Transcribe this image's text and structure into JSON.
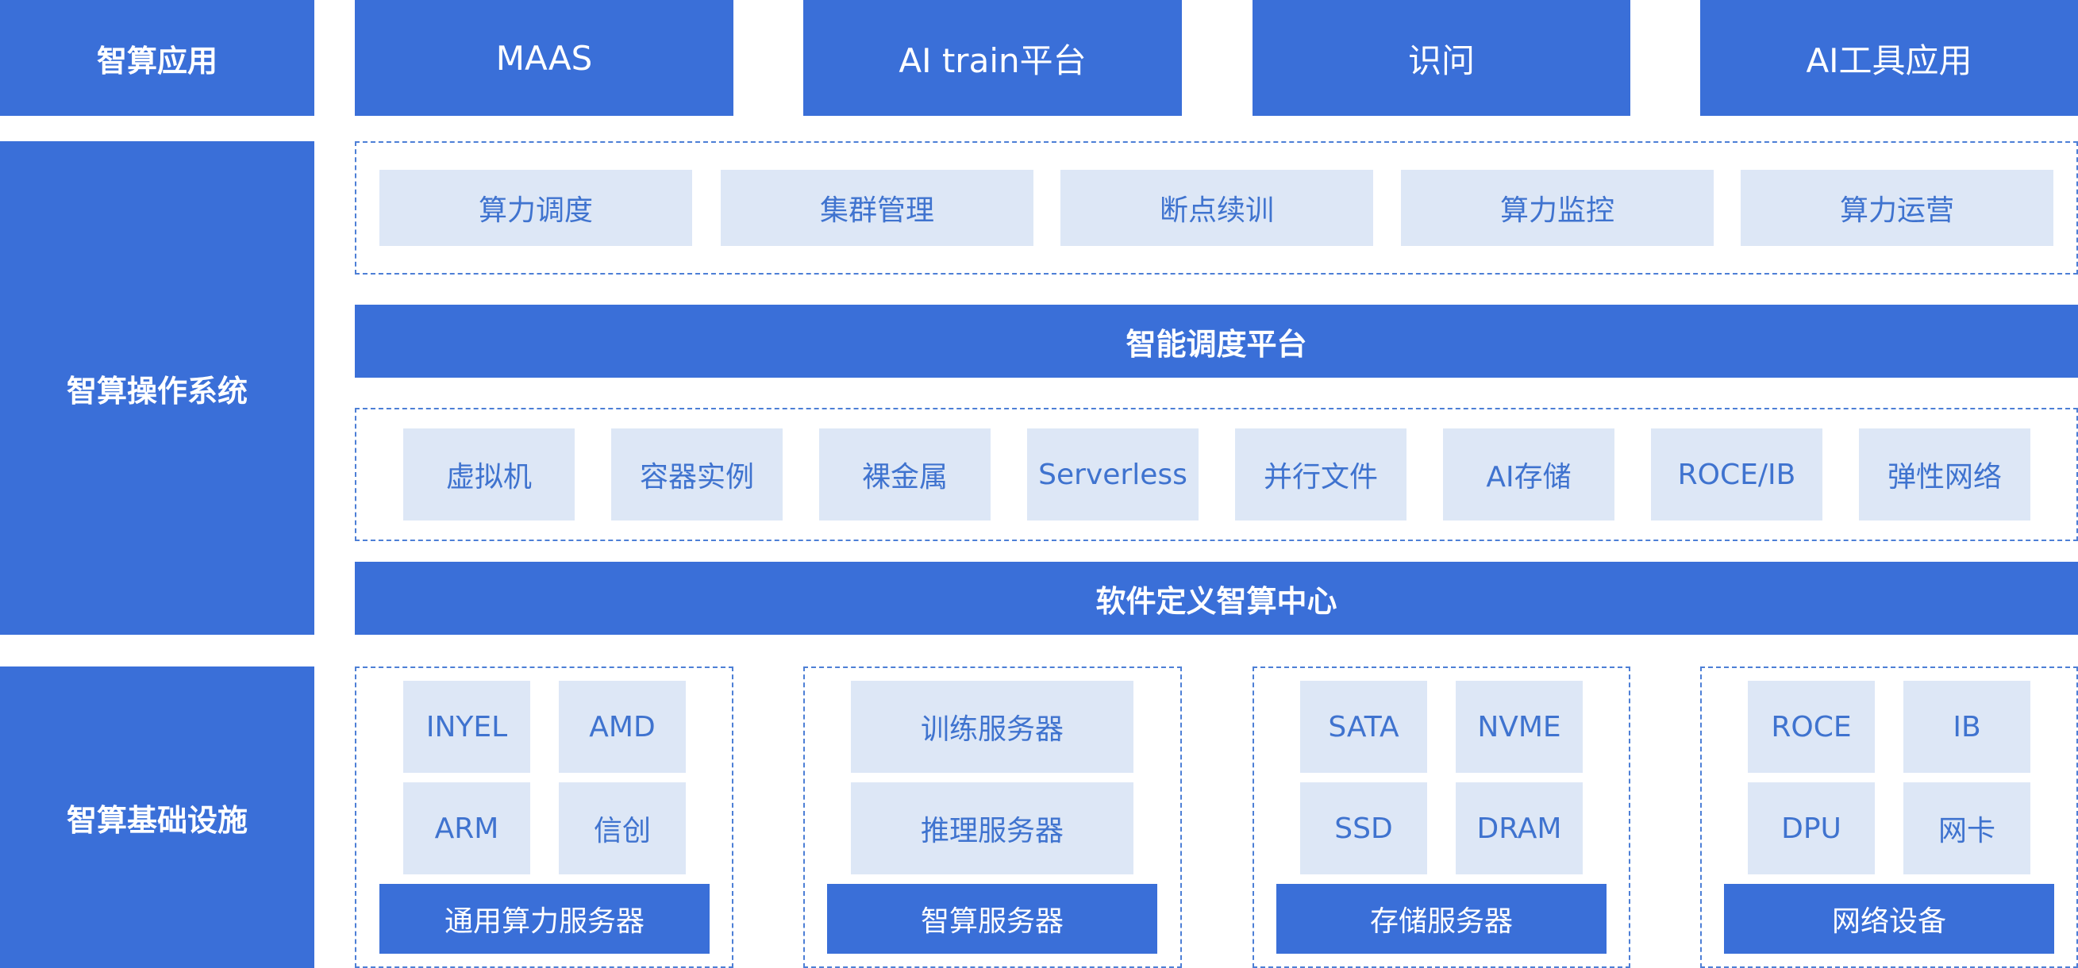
{
  "colors": {
    "primary": "#3a6fd8",
    "tile_bg": "#dde7f6",
    "tile_text": "#3f73cf",
    "dashed_border": "#4d7fd6"
  },
  "layers": {
    "apps": "智算应用",
    "os": "智算操作系统",
    "infra": "智算基础设施"
  },
  "apps": [
    "MAAS",
    "AI train平台",
    "识问",
    "AI工具应用"
  ],
  "os_services": [
    "算力调度",
    "集群管理",
    "断点续训",
    "算力监控",
    "算力运营"
  ],
  "scheduling_platform": "智能调度平台",
  "resources": [
    "虚拟机",
    "容器实例",
    "裸金属",
    "Serverless",
    "并行文件",
    "AI存储",
    "ROCE/IB",
    "弹性网络"
  ],
  "sddc": "软件定义智算中心",
  "infra_groups": [
    {
      "items": [
        "INYEL",
        "AMD",
        "ARM",
        "信创"
      ],
      "footer": "通用算力服务器"
    },
    {
      "items": [
        "训练服务器",
        "推理服务器"
      ],
      "footer": "智算服务器"
    },
    {
      "items": [
        "SATA",
        "NVME",
        "SSD",
        "DRAM"
      ],
      "footer": "存储服务器"
    },
    {
      "items": [
        "ROCE",
        "IB",
        "DPU",
        "网卡"
      ],
      "footer": "网络设备"
    }
  ]
}
